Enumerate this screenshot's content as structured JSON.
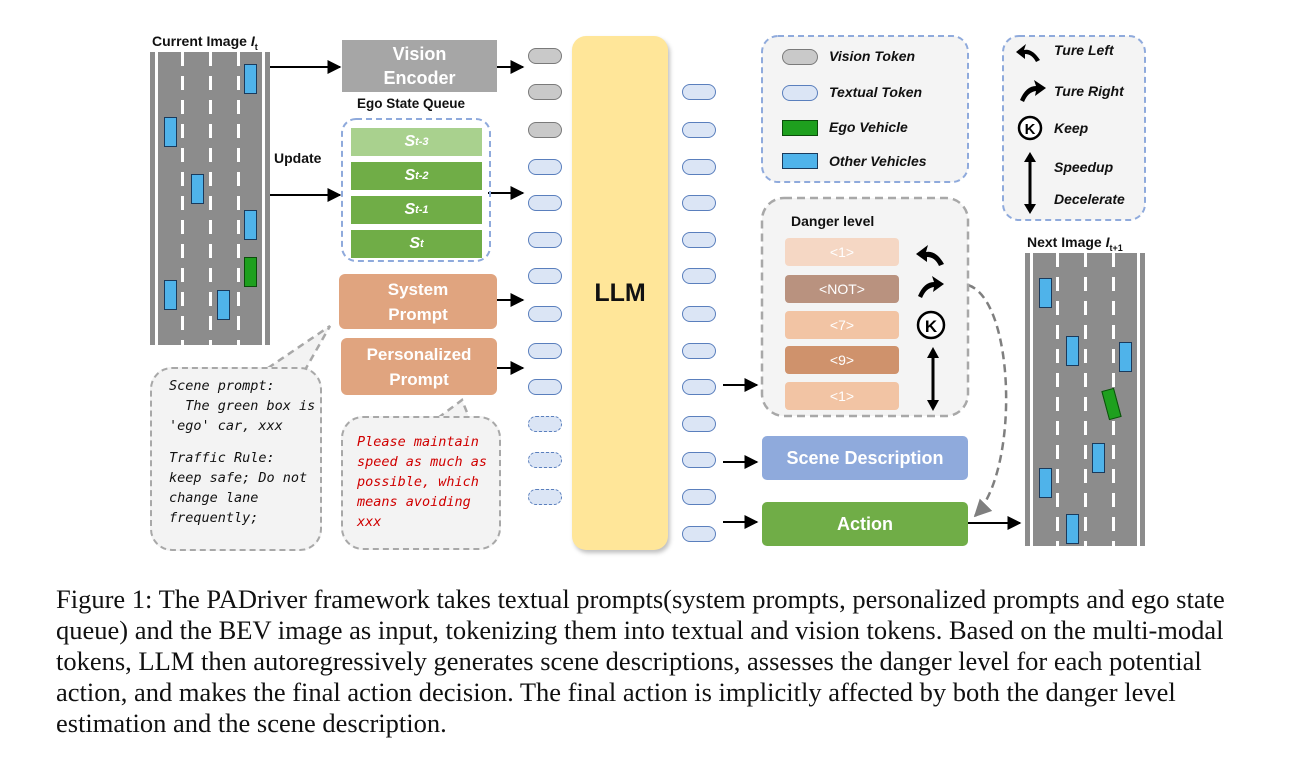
{
  "current_image": {
    "label": "Current Image",
    "subscript": "t"
  },
  "next_image": {
    "label": "Next Image",
    "subscript": "t+1"
  },
  "update_label": "Update",
  "vision_encoder": {
    "line1": "Vision",
    "line2": "Encoder"
  },
  "ego_state_queue": {
    "title": "Ego State Queue",
    "states": [
      {
        "base": "S",
        "sub": "t-3"
      },
      {
        "base": "S",
        "sub": "t-2"
      },
      {
        "base": "S",
        "sub": "t-1"
      },
      {
        "base": "S",
        "sub": "t"
      }
    ]
  },
  "system_prompt": {
    "line1": "System",
    "line2": "Prompt"
  },
  "personalized_prompt": {
    "line1": "Personalized",
    "line2": "Prompt"
  },
  "llm_label": "LLM",
  "scene_bubble": {
    "lines": [
      "Scene prompt:",
      "  The green box is",
      "'ego' car, xxx",
      "",
      "Traffic Rule:",
      "keep safe; Do not",
      "change lane",
      "frequently;"
    ]
  },
  "personal_bubble": {
    "lines": [
      "Please maintain",
      "speed as much as",
      "possible, which",
      "means avoiding",
      "xxx"
    ]
  },
  "legend_tokens": {
    "items": [
      {
        "label": "Vision Token",
        "kind": "vision-token"
      },
      {
        "label": "Textual Token",
        "kind": "textual-token"
      },
      {
        "label": "Ego Vehicle",
        "kind": "ego-vehicle"
      },
      {
        "label": "Other Vehicles",
        "kind": "other-vehicle"
      }
    ]
  },
  "legend_actions": {
    "items": [
      {
        "label": "Ture Left",
        "icon": "turn-left-icon"
      },
      {
        "label": "Ture Right",
        "icon": "turn-right-icon"
      },
      {
        "label": "Keep",
        "icon": "keep-icon"
      },
      {
        "label": "Speedup",
        "icon": "speedup-icon"
      },
      {
        "label": "Decelerate",
        "icon": "decelerate-icon"
      }
    ]
  },
  "danger_level": {
    "title": "Danger level",
    "levels": [
      "<1>",
      "<NOT>",
      "<7>",
      "<9>",
      "<1>"
    ],
    "colors": [
      "#f5d7c4",
      "#b9927f",
      "#f2c4a4",
      "#cf926c",
      "#f2c4a4"
    ]
  },
  "scene_description": "Scene Description",
  "action": "Action",
  "caption": "Figure 1: The PADriver framework takes textual prompts(system prompts, personalized prompts and ego state queue) and the BEV image as input, tokenizing them into textual and vision tokens. Based on the multi-modal tokens, LLM then autoregressively generates scene descriptions, assesses the danger level for each potential action, and makes the final action decision. The final action is implicitly affected by both the danger level estimation and the scene description.",
  "colors": {
    "vision_encoder": "#a6a6a6",
    "state_light": "#a9d18e",
    "state_dark": "#70ad47",
    "prompt_orange": "#e0a47f",
    "llm_yellow": "#ffe699",
    "scene_desc_blue": "#8faadc",
    "action_green": "#70ad47",
    "personal_text_red": "#d00000"
  }
}
